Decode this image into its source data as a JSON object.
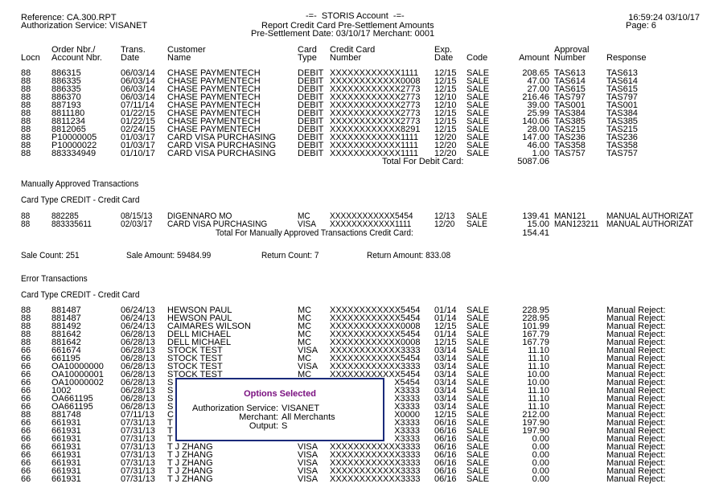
{
  "header": {
    "reference": "Reference: CA.300.RPT",
    "auth_service": "Authorization Service: VISANET",
    "title": "-=-  STORIS Account  -=-",
    "subtitle": "Report Credit Card Pre-Settlement Amounts",
    "settlement": "Pre-Settlement Date: 03/10/17 Merchant: 0001",
    "datetime": "16:59:24 03/10/17",
    "page": "Page: 6"
  },
  "columns": {
    "locn": "Locn",
    "order1": "Order Nbr./",
    "order2": "Account Nbr.",
    "date1": "Trans.",
    "date2": "Date",
    "cust1": "Customer",
    "cust2": "Name",
    "type1": "Card",
    "type2": "Type",
    "card1": "Credit Card",
    "card2": "Number",
    "exp1": "Exp.",
    "exp2": "Date",
    "code": "Code",
    "amount": "Amount",
    "appr1": "Approval",
    "appr2": "Number",
    "response": "Response"
  },
  "debit_rows": [
    [
      "88",
      "886315",
      "06/03/14",
      "CHASE PAYMENTECH",
      "DEBIT",
      "XXXXXXXXXXXX1111",
      "12/15",
      "SALE",
      "208.65",
      "TAS613",
      "TAS613"
    ],
    [
      "88",
      "886335",
      "06/03/14",
      "CHASE PAYMENTECH",
      "DEBIT",
      "XXXXXXXXXXXX0008",
      "12/15",
      "SALE",
      "47.00",
      "TAS614",
      "TAS614"
    ],
    [
      "88",
      "886335",
      "06/03/14",
      "CHASE PAYMENTECH",
      "DEBIT",
      "XXXXXXXXXXXX2773",
      "12/15",
      "SALE",
      "27.00",
      "TAS615",
      "TAS615"
    ],
    [
      "88",
      "886370",
      "06/03/14",
      "CHASE PAYMENTECH",
      "DEBIT",
      "XXXXXXXXXXXX2773",
      "12/10",
      "SALE",
      "216.46",
      "TAS797",
      "TAS797"
    ],
    [
      "88",
      "887193",
      "07/11/14",
      "CHASE PAYMENTECH",
      "DEBIT",
      "XXXXXXXXXXXX2773",
      "12/10",
      "SALE",
      "39.00",
      "TAS001",
      "TAS001"
    ],
    [
      "88",
      "8811180",
      "01/22/15",
      "CHASE PAYMENTECH",
      "DEBIT",
      "XXXXXXXXXXXX2773",
      "12/15",
      "SALE",
      "25.99",
      "TAS384",
      "TAS384"
    ],
    [
      "88",
      "8811234",
      "01/22/15",
      "CHASE PAYMENTECH",
      "DEBIT",
      "XXXXXXXXXXXX2773",
      "12/15",
      "SALE",
      "140.06",
      "TAS385",
      "TAS385"
    ],
    [
      "88",
      "8812065",
      "02/24/15",
      "CHASE PAYMENTECH",
      "DEBIT",
      "XXXXXXXXXXXX8291",
      "12/15",
      "SALE",
      "28.00",
      "TAS215",
      "TAS215"
    ],
    [
      "88",
      "P10000005",
      "01/03/17",
      "CARD VISA PURCHASING",
      "DEBIT",
      "XXXXXXXXXXXX1111",
      "12/20",
      "SALE",
      "147.00",
      "TAS236",
      "TAS236"
    ],
    [
      "88",
      "P10000022",
      "01/03/17",
      "CARD VISA PURCHASING",
      "DEBIT",
      "XXXXXXXXXXXX1111",
      "12/20",
      "SALE",
      "46.00",
      "TAS358",
      "TAS358"
    ],
    [
      "88",
      "883334949",
      "01/10/17",
      "CARD VISA PURCHASING",
      "DEBIT",
      "XXXXXXXXXXXX1111",
      "12/20",
      "SALE",
      "1.00",
      "TAS757",
      "TAS757"
    ]
  ],
  "debit_total": {
    "label": "Total For Debit Card:",
    "value": "5087.06"
  },
  "manual": {
    "heading": "Manually Approved Transactions",
    "card_type": "Card Type CREDIT - Credit Card",
    "rows": [
      [
        "88",
        "882285",
        "08/15/13",
        "DIGENNARO MO",
        "MC",
        "XXXXXXXXXXXX5454",
        "12/13",
        "SALE",
        "139.41",
        "MAN121",
        "MANUAL AUTHORIZAT"
      ],
      [
        "88",
        "883335611",
        "02/03/17",
        "CARD VISA PURCHASING",
        "VISA",
        "XXXXXXXXXXXX1111",
        "12/20",
        "SALE",
        "15.00",
        "MAN123211",
        "MANUAL AUTHORIZAT"
      ]
    ],
    "total_label": "Total For Manually Approved Transactions Credit Card:",
    "total_value": "154.41"
  },
  "summary": {
    "sale_count": "Sale Count: 251",
    "sale_amount": "Sale Amount: 59484.99",
    "return_count": "Return Count: 7",
    "return_amount": "Return Amount: 833.08"
  },
  "errors": {
    "heading": "Error Transactions",
    "card_type": "Card Type CREDIT - Credit Card",
    "rows": [
      [
        "88",
        "881487",
        "06/24/13",
        "HEWSON PAUL",
        "MC",
        "XXXXXXXXXXXX5454",
        "01/14",
        "SALE",
        "228.95",
        "",
        "Manual Reject:"
      ],
      [
        "88",
        "881487",
        "06/24/13",
        "HEWSON PAUL",
        "MC",
        "XXXXXXXXXXXX5454",
        "01/14",
        "SALE",
        "228.95",
        "",
        "Manual Reject:"
      ],
      [
        "88",
        "881492",
        "06/24/13",
        "CAIMARES WILSON",
        "MC",
        "XXXXXXXXXXXX0008",
        "12/15",
        "SALE",
        "101.99",
        "",
        "Manual Reject:"
      ],
      [
        "88",
        "881642",
        "06/28/13",
        "DELL MICHAEL",
        "MC",
        "XXXXXXXXXXXX5454",
        "01/14",
        "SALE",
        "167.79",
        "",
        "Manual Reject:"
      ],
      [
        "88",
        "881642",
        "06/28/13",
        "DELL MICHAEL",
        "MC",
        "XXXXXXXXXXXX0008",
        "12/15",
        "SALE",
        "167.79",
        "",
        "Manual Reject:"
      ],
      [
        "66",
        "661674",
        "06/28/13",
        "STOCK TEST",
        "VISA",
        "XXXXXXXXXXXX3333",
        "03/14",
        "SALE",
        "11.10",
        "",
        "Manual Reject:"
      ],
      [
        "66",
        "661195",
        "06/28/13",
        "STOCK TEST",
        "MC",
        "XXXXXXXXXXXX5454",
        "03/14",
        "SALE",
        "11.10",
        "",
        "Manual Reject:"
      ],
      [
        "66",
        "OA10000000",
        "06/28/13",
        "STOCK TEST",
        "VISA",
        "XXXXXXXXXXXX3333",
        "03/14",
        "SALE",
        "11.10",
        "",
        "Manual Reject:"
      ],
      [
        "66",
        "OA10000001",
        "06/28/13",
        "STOCK TEST",
        "MC",
        "XXXXXXXXXXXX5454",
        "03/14",
        "SALE",
        "10.00",
        "",
        "Manual Reject:"
      ],
      [
        "66",
        "OA10000002",
        "06/28/13",
        "S",
        "",
        "X5454",
        "03/14",
        "SALE",
        "10.00",
        "",
        "Manual Reject:"
      ],
      [
        "66",
        "1002",
        "06/28/13",
        "S",
        "",
        "X3333",
        "03/14",
        "SALE",
        "11.10",
        "",
        "Manual Reject:"
      ],
      [
        "66",
        "OA661195",
        "06/28/13",
        "S",
        "",
        "X3333",
        "03/14",
        "SALE",
        "11.10",
        "",
        "Manual Reject:"
      ],
      [
        "66",
        "OA661195",
        "06/28/13",
        "S",
        "",
        "X3333",
        "03/14",
        "SALE",
        "11.10",
        "",
        "Manual Reject:"
      ],
      [
        "88",
        "881748",
        "07/11/13",
        "C",
        "",
        "X0000",
        "12/15",
        "SALE",
        "212.00",
        "",
        "Manual Reject:"
      ],
      [
        "66",
        "661931",
        "07/31/13",
        "T",
        "",
        "X3333",
        "06/16",
        "SALE",
        "197.90",
        "",
        "Manual Reject:"
      ],
      [
        "66",
        "661931",
        "07/31/13",
        "T",
        "",
        "X3333",
        "06/16",
        "SALE",
        "197.90",
        "",
        "Manual Reject:"
      ],
      [
        "66",
        "661931",
        "07/31/13",
        "T",
        "",
        "X3333",
        "06/16",
        "SALE",
        "0.00",
        "",
        "Manual Reject:"
      ],
      [
        "66",
        "661931",
        "07/31/13",
        "T J ZHANG",
        "VISA",
        "XXXXXXXXXXXX3333",
        "06/16",
        "SALE",
        "0.00",
        "",
        "Manual Reject:"
      ],
      [
        "66",
        "661931",
        "07/31/13",
        "T J ZHANG",
        "VISA",
        "XXXXXXXXXXXX3333",
        "06/16",
        "SALE",
        "0.00",
        "",
        "Manual Reject:"
      ],
      [
        "66",
        "661931",
        "07/31/13",
        "T J ZHANG",
        "VISA",
        "XXXXXXXXXXXX3333",
        "06/16",
        "SALE",
        "0.00",
        "",
        "Manual Reject:"
      ],
      [
        "66",
        "661931",
        "07/31/13",
        "T J ZHANG",
        "VISA",
        "XXXXXXXXXXXX3333",
        "06/16",
        "SALE",
        "0.00",
        "",
        "Manual Reject:"
      ],
      [
        "66",
        "661931",
        "07/31/13",
        "T J ZHANG",
        "VISA",
        "XXXXXXXXXXXX3333",
        "06/16",
        "SALE",
        "0.00",
        "",
        "Manual Reject:"
      ]
    ]
  },
  "dialog": {
    "title": "Options Selected",
    "auth_label": "Authorization Service:",
    "auth_value": "VISANET",
    "merchant_label": "Merchant:",
    "merchant_value": "All Merchants",
    "output_label": "Output:",
    "output_value": "S"
  },
  "colors": {
    "dialog_border": "#1a2a7a",
    "dialog_title": "#7a1080"
  }
}
